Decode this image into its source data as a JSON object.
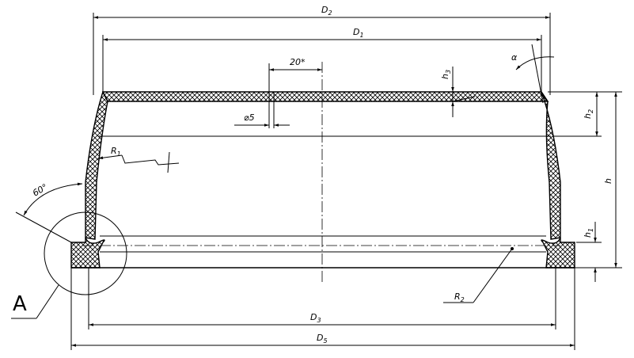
{
  "drawing": {
    "labels": {
      "d2": "D",
      "d2_sub": "2",
      "d1": "D",
      "d1_sub": "1",
      "d3": "D",
      "d3_sub": "3",
      "d5": "D",
      "d5_sub": "5",
      "angle20": "20*",
      "hole": "⌀5",
      "h3": "h",
      "h3_sub": "3",
      "h2": "h",
      "h2_sub": "2",
      "h1": "h",
      "h1_sub": "1",
      "h": "h",
      "r1": "R",
      "r1_sub": "1",
      "r2": "R",
      "r2_sub": "2",
      "alpha": "α",
      "angle60": "60°",
      "detail": "A"
    },
    "colors": {
      "line": "#000000",
      "background": "#ffffff"
    }
  }
}
